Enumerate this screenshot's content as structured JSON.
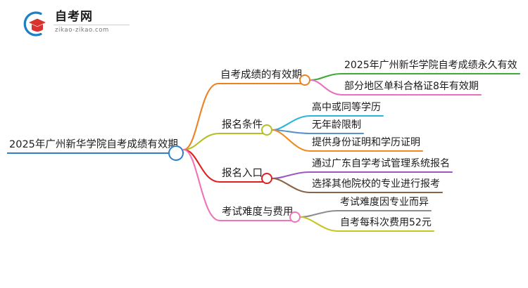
{
  "logo": {
    "name": "zikao-logo",
    "cn_text": "自考网",
    "domain_text": "zikao-zikao.com",
    "arc_color": "#1f7fc4",
    "cap_color": "#d8332f"
  },
  "mindmap": {
    "background": "#ffffff",
    "root": {
      "label": "2025年广州新华学院自考成绩有效期",
      "color": "#2f7fc7"
    },
    "branches": [
      {
        "label": "自考成绩的有效期",
        "color": "#ec8222",
        "children": [
          {
            "label": "2025年广州新华学院自考成绩永久有效",
            "color": "#3eaa35"
          },
          {
            "label": "部分地区单科合格证8年有效期",
            "color": "#e96fc0"
          }
        ]
      },
      {
        "label": "报名条件",
        "color": "#b5bf23",
        "children": [
          {
            "label": "高中或同等学历",
            "color": "#29b6d8"
          },
          {
            "label": "无年龄限制",
            "color": "#5b93c9"
          },
          {
            "label": "提供身份证明和学历证明",
            "color": "#ef8b22"
          }
        ]
      },
      {
        "label": "报名入口",
        "color": "#e01f1f",
        "children": [
          {
            "label": "通过广东自学考试管理系统报名",
            "color": "#9b58c4"
          },
          {
            "label": "选择其他院校的专业进行报考",
            "color": "#8a6244"
          }
        ]
      },
      {
        "label": "考试难度与费用",
        "color": "#ef74b8",
        "children": [
          {
            "label": "考试难度因专业而异",
            "color": "#8d8d8d"
          },
          {
            "label": "自考每科次费用52元",
            "color": "#c9c520"
          }
        ]
      }
    ]
  }
}
